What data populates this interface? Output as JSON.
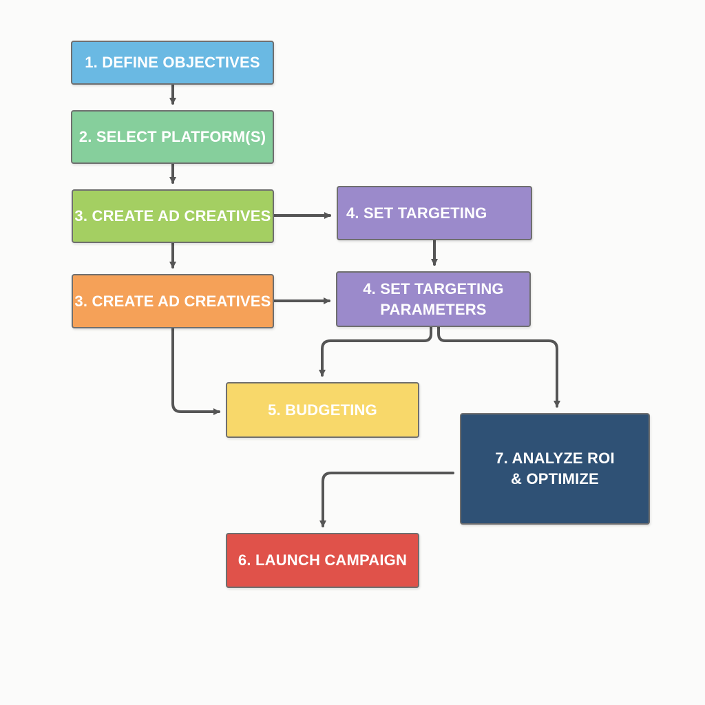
{
  "nodes": {
    "define_objectives": {
      "label": "1. DEFINE OBJECTIVES",
      "color": "#6ab9e3"
    },
    "select_platforms": {
      "label": "2. SELECT PLATFORM(S)",
      "color": "#86cf9c"
    },
    "create_ad_creatives_a": {
      "label": "3. CREATE AD CREATIVES",
      "color": "#a4cf62"
    },
    "set_targeting": {
      "label": "4. SET TARGETING",
      "color": "#9b8acb"
    },
    "create_ad_creatives_b": {
      "label": "3. CREATE AD CREATIVES",
      "color": "#f5a158"
    },
    "set_targeting_parameters": {
      "label": "4. SET TARGETING\nPARAMETERS",
      "color": "#9b8acb"
    },
    "budgeting": {
      "label": "5. BUDGETING",
      "color": "#f8d86a"
    },
    "analyze_roi": {
      "label": "7. ANALYZE ROI\n& OPTIMIZE",
      "color": "#2f5175"
    },
    "launch_campaign": {
      "label": "6. LAUNCH CAMPAIGN",
      "color": "#e0524a"
    }
  },
  "connector_color": "#555555"
}
